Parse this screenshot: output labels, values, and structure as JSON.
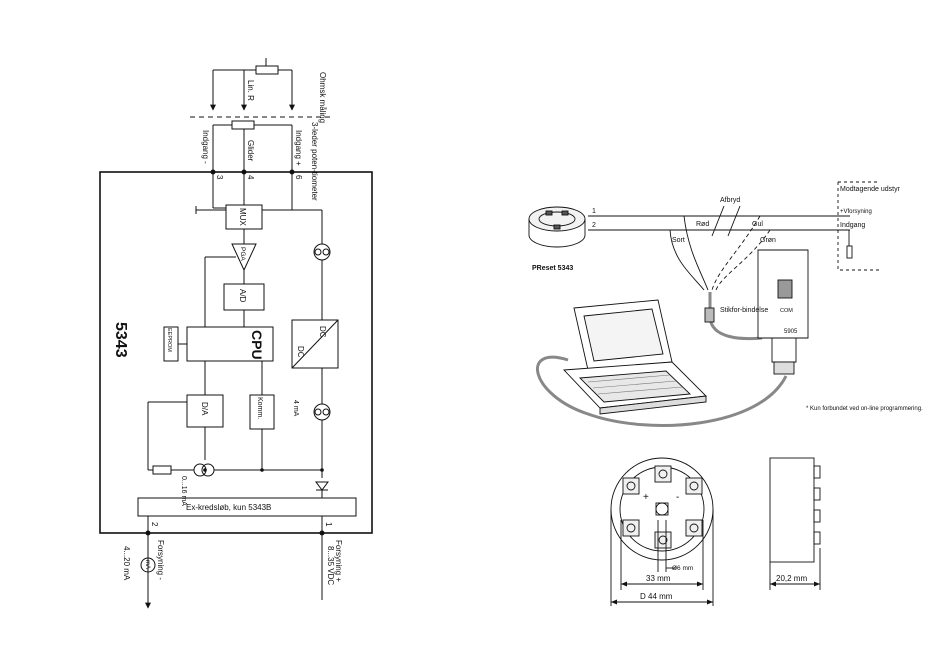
{
  "block": {
    "model": "5343",
    "top_labels": {
      "ohmsk": "Ohmsk måling",
      "linr": "Lin. R",
      "pot": "3-leder poten-tiometer"
    },
    "inputs": {
      "in_minus": "Indgang -",
      "glider": "Glider",
      "in_plus": "Indgang +"
    },
    "terminals": {
      "t3": "3",
      "t4": "4",
      "t6": "6",
      "t2": "2",
      "t1": "1"
    },
    "blocks": {
      "mux": "MUX",
      "pga": "PGA",
      "ad": "A/D",
      "cpu": "CPU",
      "eeprom": "EEPROM",
      "da": "D/A",
      "komm": "Komm.",
      "dcdc_top": "DC",
      "dcdc_bottom": "DC",
      "src": "4 mA"
    },
    "current_label": "0...16 mA",
    "ex_bar": "Ex-kredsløb, kun 5343B",
    "bottom_left": {
      "forsyning": "Forsyning -",
      "range": "4...20 mA",
      "meter": "mA"
    },
    "bottom_right": {
      "forsyning": "Forsyning +",
      "range": "8...35 VDC"
    }
  },
  "connection": {
    "device": "PReset 5343",
    "line1": "1",
    "line2": "2",
    "afbryd": "Afbryd",
    "rod": "Rød",
    "gul": "Gul",
    "sort": "Sort",
    "gron": "Grøn",
    "receiver": {
      "title": "Modtagende udstyr",
      "forsyning": "+Vforsyning",
      "indgang": "Indgang"
    },
    "stikforbindelse": "Stikfor-bindelse",
    "interface": {
      "com": "COM",
      "model": "5905"
    },
    "footnote": "* Kun forbundet ved on-line programmering."
  },
  "dimensions": {
    "plus": "+",
    "minus": "-",
    "d6": "Ø6 mm",
    "w33": "33 mm",
    "d44": "D 44 mm",
    "w20": "20,2 mm"
  }
}
